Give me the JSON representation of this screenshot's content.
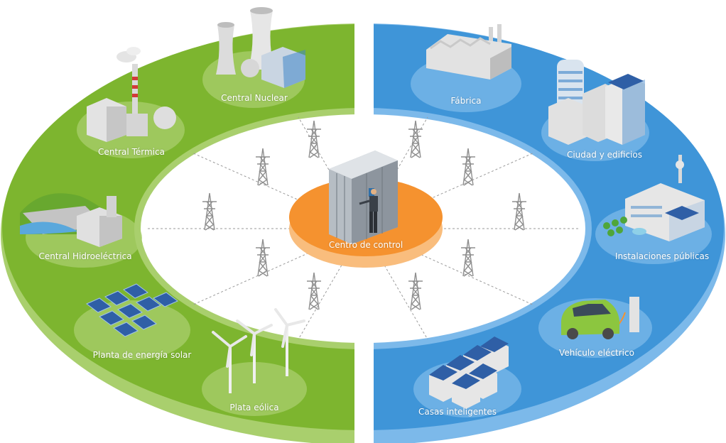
{
  "colors": {
    "generation": "#7db52f",
    "generation_light": "#a9cf6d",
    "consumption": "#3f95d8",
    "consumption_light": "#7cb9ea",
    "control": "#f5922f",
    "control_light": "#f9bd7d",
    "tower": "#8f8f8f"
  },
  "center": {
    "label": "Centro de control",
    "icon": "server-rack-operator-icon"
  },
  "generation_nodes": [
    {
      "label": "Central Nuclear",
      "icon": "nuclear-plant-icon"
    },
    {
      "label": "Central Térmica",
      "icon": "thermal-plant-icon"
    },
    {
      "label": "Central Hidroeléctrica",
      "icon": "hydro-dam-icon"
    },
    {
      "label": "Planta de energía solar",
      "icon": "solar-panels-icon"
    },
    {
      "label": "Plata eólica",
      "icon": "wind-turbines-icon"
    }
  ],
  "consumption_nodes": [
    {
      "label": "Fábrica",
      "icon": "factory-icon"
    },
    {
      "label": "Ciudad y edificios",
      "icon": "city-buildings-icon"
    },
    {
      "label": "Instalaciones públicas",
      "icon": "public-facilities-icon"
    },
    {
      "label": "Vehículo eléctrico",
      "icon": "electric-car-icon"
    },
    {
      "label": "Casas inteligentes",
      "icon": "smart-homes-icon"
    }
  ]
}
